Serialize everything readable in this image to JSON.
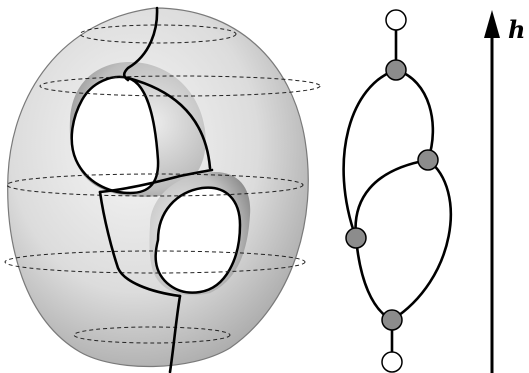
{
  "diagram": {
    "axis_label": "h",
    "colors": {
      "surface_light": "#f3f3f3",
      "surface_mid": "#c9c9c9",
      "surface_dark": "#8f8f8f",
      "critical_point_fill": "#8c8c8c",
      "endpoint_fill": "#ffffff",
      "line": "#000000"
    },
    "reeb_graph": {
      "critical_points": [
        "minimum",
        "saddle",
        "saddle",
        "saddle",
        "saddle",
        "maximum"
      ]
    }
  }
}
